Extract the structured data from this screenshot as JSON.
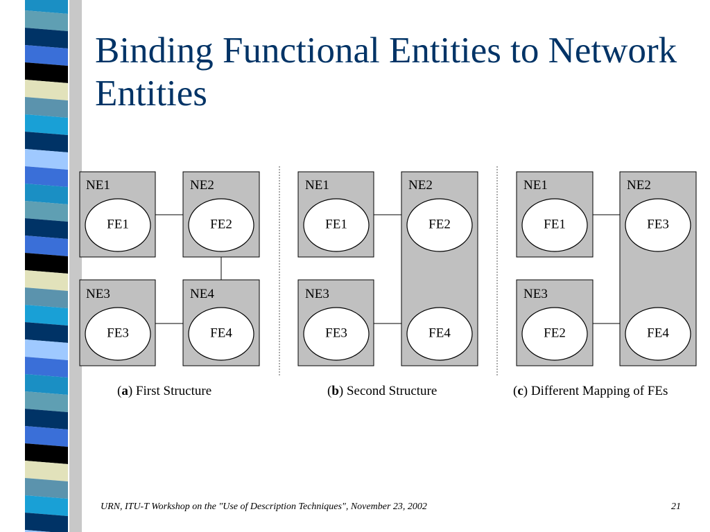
{
  "slide": {
    "title": "Binding Functional Entities to Network Entities",
    "footer": "URN, ITU-T Workshop on the \"Use of Description Techniques\", November 23, 2002",
    "page_number": "21"
  },
  "colors": {
    "title": "#003366",
    "ne_fill": "#c0c0c0",
    "fe_fill": "#ffffff",
    "strip": [
      "#1a8fc4",
      "#5f9fb3",
      "#003366",
      "#3a6fd8",
      "#000000",
      "#e2e2bb",
      "#5b93ad",
      "#19a0d6",
      "#003366",
      "#9fc9ff",
      "#3a6fd8"
    ]
  },
  "diagrams": [
    {
      "caption_letter": "a",
      "caption_text": ") First Structure",
      "nes": [
        {
          "label": "NE1",
          "fes": [
            {
              "label": "FE1"
            }
          ]
        },
        {
          "label": "NE2",
          "fes": [
            {
              "label": "FE2"
            }
          ]
        },
        {
          "label": "NE3",
          "fes": [
            {
              "label": "FE3"
            }
          ]
        },
        {
          "label": "NE4",
          "fes": [
            {
              "label": "FE4"
            }
          ]
        }
      ]
    },
    {
      "caption_letter": "b",
      "caption_text": ") Second Structure",
      "nes": [
        {
          "label": "NE1",
          "fes": [
            {
              "label": "FE1"
            }
          ]
        },
        {
          "label": "NE2",
          "fes": [
            {
              "label": "FE2"
            },
            {
              "label": "FE4"
            }
          ]
        },
        {
          "label": "NE3",
          "fes": [
            {
              "label": "FE3"
            }
          ]
        }
      ]
    },
    {
      "caption_letter": "c",
      "caption_text": ") Different Mapping of FEs",
      "nes": [
        {
          "label": "NE1",
          "fes": [
            {
              "label": "FE1"
            }
          ]
        },
        {
          "label": "NE2",
          "fes": [
            {
              "label": "FE3"
            },
            {
              "label": "FE4"
            }
          ]
        },
        {
          "label": "NE3",
          "fes": [
            {
              "label": "FE2"
            }
          ]
        }
      ]
    }
  ]
}
